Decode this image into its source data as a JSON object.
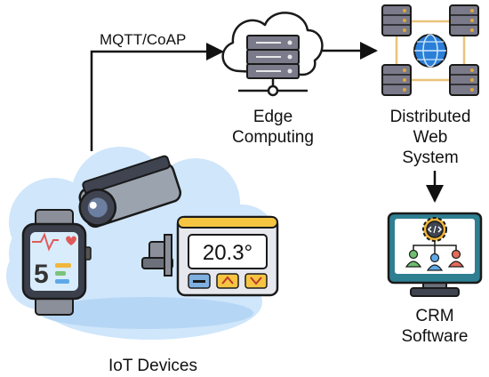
{
  "edges": {
    "protocol_label": "MQTT/CoAP"
  },
  "nodes": {
    "iot": {
      "label": "IoT Devices",
      "icon": "iot-devices-cloud-icon",
      "watch": {
        "number": "5"
      },
      "thermostat": {
        "reading": "20.3°"
      }
    },
    "edge": {
      "label_line1": "Edge",
      "label_line2": "Computing",
      "icon": "cloud-server-icon"
    },
    "web": {
      "label_line1": "Distributed",
      "label_line2": "Web",
      "label_line3": "System",
      "icon": "distributed-database-icon"
    },
    "crm": {
      "label_line1": "CRM",
      "label_line2": "Software",
      "icon": "crm-monitor-icon"
    }
  },
  "colors": {
    "outline": "#1a1a1a",
    "cloud_blue": "#cfe6fb",
    "cloud_blue_dark": "#b6d6f5",
    "server_body": "#7a7a8a",
    "db_gold": "#e0a93a",
    "globe_blue": "#2a7fd8",
    "thermo_yellow": "#f5c542",
    "monitor_teal": "#2f7f92"
  }
}
